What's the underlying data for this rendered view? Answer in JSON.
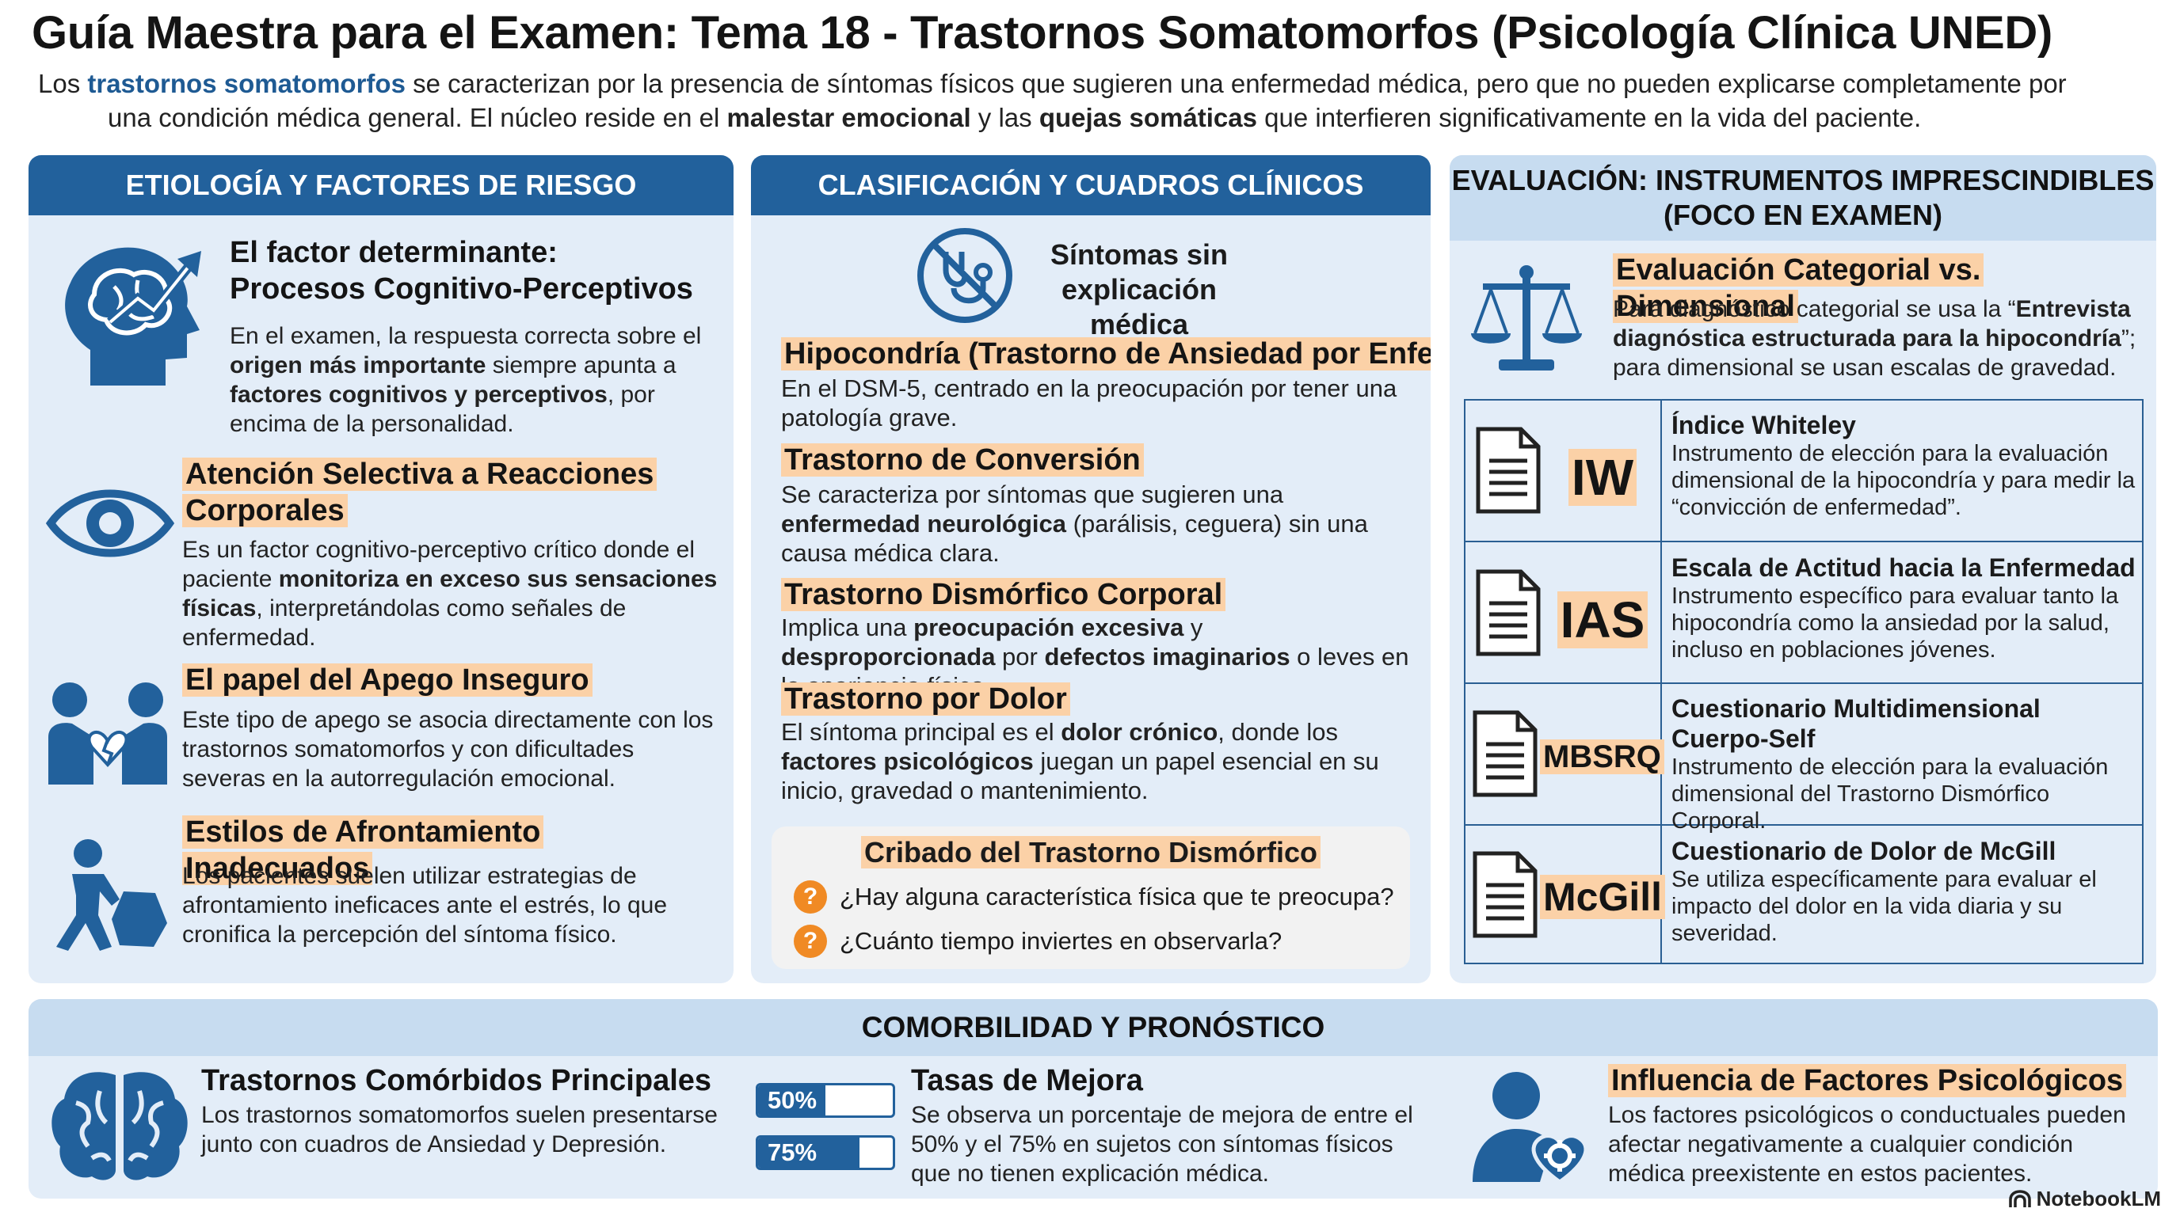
{
  "title": "Guía Maestra para el Examen: Tema 18 - Trastornos Somatomorfos (Psicología Clínica UNED)",
  "intro": {
    "p1": "Los ",
    "term": "trastornos somatomorfos",
    "p2": " se caracterizan por la presencia de síntomas físicos que sugieren una enfermedad médica, pero que no pueden explicarse completamente por",
    "p3": "una condición médica general. El núcleo reside en el ",
    "b1": "malestar emocional",
    "p4": " y las ",
    "b2": "quejas somáticas",
    "p5": " que interfieren significativamente en la vida del paciente."
  },
  "etiologia": {
    "header": "ETIOLOGÍA Y FACTORES DE RIESGO",
    "factor": {
      "title1": "El factor determinante:",
      "title2": "Procesos Cognitivo-Perceptivos",
      "t1": "En el examen, la respuesta correcta sobre el ",
      "b1": "origen más importante",
      "t2": " siempre apunta a ",
      "b2": "factores cognitivos y perceptivos",
      "t3": ", por encima de la personalidad."
    },
    "atencion": {
      "title": "Atención Selectiva a Reacciones Corporales",
      "t1": "Es un factor cognitivo-perceptivo crítico donde el paciente ",
      "b1": "monitoriza en exceso sus sensaciones físicas",
      "t2": ", interpretándolas como señales de enfermedad."
    },
    "apego": {
      "title": "El papel del Apego Inseguro",
      "text": "Este tipo de apego se asocia directamente con los trastornos somatomorfos y con dificultades severas en la autorregulación emocional."
    },
    "afrontamiento": {
      "title": "Estilos de Afrontamiento Inadecuados",
      "text": "Los pacientes suelen utilizar estrategias de afrontamiento ineficaces ante el estrés, lo que cronifica la percepción del síntoma físico."
    }
  },
  "clasificacion": {
    "header": "CLASIFICACIÓN Y CUADROS CLÍNICOS",
    "sintomas_l1": "Síntomas sin",
    "sintomas_l2": "explicación médica",
    "hipocondria": {
      "title": "Hipocondría (Trastorno de Ansiedad por Enfermedad)",
      "text": "En el DSM-5, centrado en la preocupación por tener una patología grave."
    },
    "conversion": {
      "title": "Trastorno de Conversión",
      "t1": "Se caracteriza por síntomas que sugieren una ",
      "b1": "enfermedad neurológica",
      "t2": " (parálisis, ceguera) sin una causa médica clara."
    },
    "dismorfico": {
      "title": "Trastorno Dismórfico Corporal",
      "t1": "Implica una ",
      "b1": "preocupación excesiva",
      "t2": " y ",
      "b2": "desproporcionada",
      "t3": " por ",
      "b3": "defectos imaginarios",
      "t4": " o leves en la apariencia física."
    },
    "dolor": {
      "title": "Trastorno por Dolor",
      "t1": "El síntoma principal es el ",
      "b1": "dolor crónico",
      "t2": ", donde los ",
      "b2": "factores psicológicos",
      "t3": " juegan un papel esencial en su inicio, gravedad o mantenimiento."
    },
    "cribado": {
      "title": "Cribado del Trastorno Dismórfico",
      "mark": "?",
      "q1": "¿Hay alguna característica física que te preocupa?",
      "q2": "¿Cuánto tiempo inviertes en observarla?"
    }
  },
  "evaluacion": {
    "header_l1": "EVALUACIÓN: INSTRUMENTOS IMPRESCINDIBLES",
    "header_l2": "(FOCO EN EXAMEN)",
    "categorial": {
      "title": "Evaluación Categorial vs. Dimensional",
      "t1": "Para diagnóstico categorial se usa la “",
      "b1": "Entrevista diagnóstica estructurada para la hipocondría",
      "t2": "”; para dimensional se usan escalas de gravedad."
    },
    "instruments": [
      {
        "abbr": "IW",
        "name": "Índice Whiteley",
        "desc": "Instrumento de elección para la evaluación dimensional de la hipocondría y para medir la “convicción de enfermedad”."
      },
      {
        "abbr": "IAS",
        "name": "Escala de Actitud hacia la Enfermedad",
        "desc": "Instrumento específico para evaluar tanto la hipocondría como la ansiedad por la salud, incluso en poblaciones jóvenes."
      },
      {
        "abbr": "MBSRQ",
        "name": "Cuestionario Multidimensional Cuerpo-Self",
        "desc": "Instrumento de elección para la evaluación dimensional del Trastorno Dismórfico Corporal."
      },
      {
        "abbr": "McGill",
        "name": "Cuestionario de Dolor de McGill",
        "desc": "Se utiliza específicamente para evaluar el impacto del dolor en la vida diaria y su severidad."
      }
    ]
  },
  "comorbilidad": {
    "header": "COMORBILIDAD Y PRONÓSTICO",
    "comorbidos": {
      "title": "Trastornos Comórbidos Principales",
      "text": "Los trastornos somatomorfos suelen presentarse junto con cuadros de Ansiedad y Depresión."
    },
    "tasas": {
      "title": "Tasas de Mejora",
      "bar1_label": "50%",
      "bar1_value": 50,
      "bar2_label": "75%",
      "bar2_value": 75,
      "text": "Se observa un porcentaje de mejora de entre el 50% y el 75% en sujetos con síntomas físicos que no tienen explicación médica."
    },
    "influencia": {
      "title": "Influencia de Factores Psicológicos",
      "text": "Los factores psicológicos o conductuales pueden afectar negativamente a cualquier condición médica preexistente en estos pacientes."
    }
  },
  "brand": "NotebookLM",
  "colors": {
    "primary": "#22619c",
    "panel": "#e3edf8",
    "highlight": "#fbd1a7",
    "accent": "#f08a24",
    "term": "#1e5a93"
  },
  "icons": [
    "brain-growth-icon",
    "eye-icon",
    "broken-heart-hands-icon",
    "person-pushing-rock-icon",
    "stethoscope-slash-icon",
    "scale-icon",
    "document-icon",
    "brain-halves-icon",
    "person-heart-gear-icon",
    "question-icon",
    "notebooklm-icon"
  ]
}
